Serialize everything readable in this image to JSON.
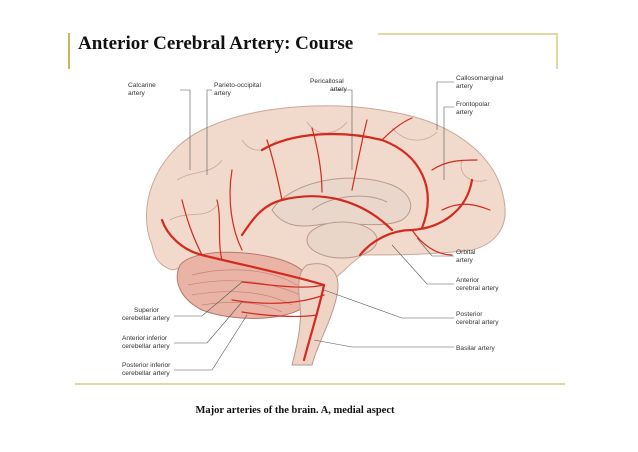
{
  "slide": {
    "title": "Anterior Cerebral Artery: Course",
    "caption": "Major arteries of the brain. A, medial aspect"
  },
  "figure": {
    "labels": {
      "calcarine": [
        "Calcarine",
        "artery"
      ],
      "parieto_occipital": [
        "Parieto-occipital",
        "artery"
      ],
      "pericallosal": [
        "Pericallosal",
        "artery"
      ],
      "callosomarginal": [
        "Callosomarginal",
        "artery"
      ],
      "frontopolar": [
        "Frontopolar",
        "artery"
      ],
      "orbital": [
        "Orbital",
        "artery"
      ],
      "anterior_cerebral": [
        "Anterior",
        "cerebral artery"
      ],
      "posterior_cerebral": [
        "Posterior",
        "cerebral artery"
      ],
      "basilar": [
        "Basilar artery"
      ],
      "superior_cerebellar": [
        "Superior",
        "cerebellar artery"
      ],
      "anterior_inferior_cerebellar": [
        "Anterior inferior",
        "cerebellar artery"
      ],
      "posterior_inferior_cerebellar": [
        "Posterior inferior",
        "cerebellar artery"
      ]
    }
  },
  "colors": {
    "brain_fill": "#f1d9cb",
    "artery": "#d42a1f",
    "cerebellum": "#e9b3a6",
    "accent_rule": "#c9b458"
  }
}
